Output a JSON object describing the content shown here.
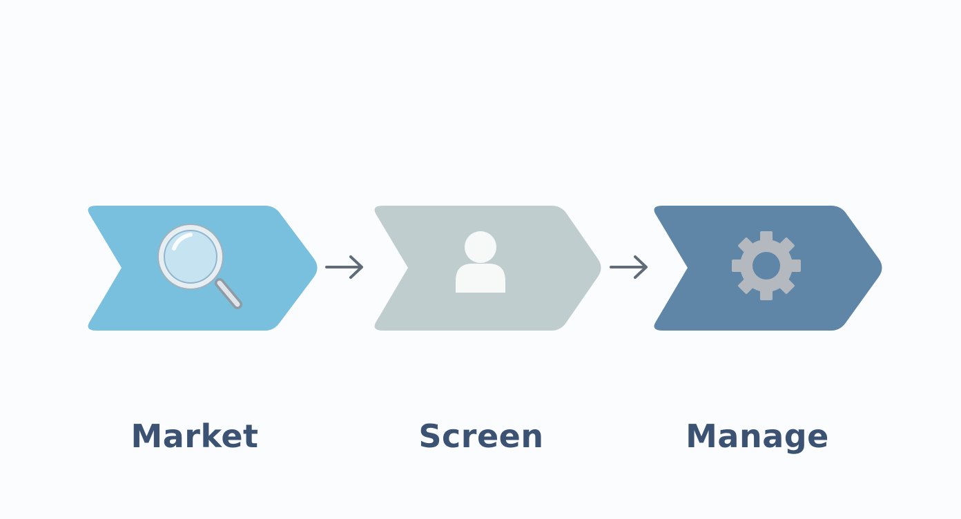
{
  "steps": [
    {
      "label": "Market",
      "icon": "magnifying-glass-icon",
      "color": "#78c0dd"
    },
    {
      "label": "Screen",
      "icon": "person-icon",
      "color": "#bfcdcf"
    },
    {
      "label": "Manage",
      "icon": "gear-icon",
      "color": "#5f86a6"
    }
  ],
  "connector_color": "#5f6b78",
  "label_color": "#3b5273"
}
